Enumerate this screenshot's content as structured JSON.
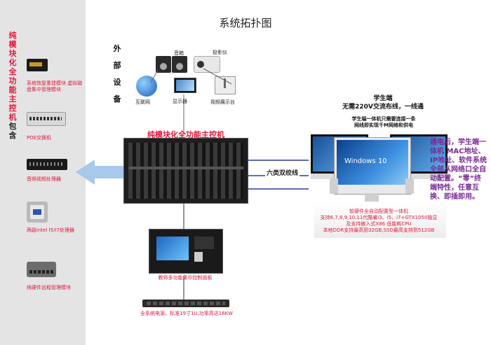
{
  "title": "系统拓扑图",
  "sidebar": {
    "vertical_label": "纯模块化全功能主控机",
    "vertical_suffix": "包含",
    "modules": [
      {
        "label": "系统恢复重建模块 虚拟磁盘集中管理模块"
      },
      {
        "label": "POE交换机"
      },
      {
        "label": "音频视频处理器"
      },
      {
        "label": "两路intel I5/I7处理器"
      },
      {
        "label": "纯硬件远程管理模块"
      }
    ]
  },
  "external": {
    "vertical_label": "外部设备",
    "devices": [
      {
        "label": "音箱"
      },
      {
        "label": "投影仪"
      },
      {
        "label": "互联网"
      },
      {
        "label": "显示器"
      },
      {
        "label": "视频展示台"
      }
    ]
  },
  "main_controller": {
    "label": "纯模块化全功能主控机"
  },
  "cable": {
    "label": "六类双绞线"
  },
  "student": {
    "title": "学生端",
    "subtitle": "无需220V交流布线，一线通",
    "desc_line1": "学生端一体机只需要连接一条",
    "desc_line2": "网线即实现千M网络和供电",
    "screen_text": "Windows 10",
    "spec_lines": [
      "软硬件全自动配置型一体机",
      "支持6,7,8,9,10,11代酷睿i3、i5、i7+GTX1050独显",
      "及支持嵌入式X86 低能耗CPU",
      "本地DDR支持最高到32GB,SSD最高支持到512GB"
    ]
  },
  "right_note": "通电后，学生端一体机 MAC地址、IP地址、软件系统全部从网络口全自动配置。“零”终端特性，任意互换、即插即用。",
  "panel": {
    "label": "教师多功能集中控制面板"
  },
  "power": {
    "label": "全系统电源，标准19寸1U,功率高达16KW"
  },
  "colors": {
    "accent_red": "#e0183a",
    "arrow_blue": "#a8c8ec",
    "note_purple": "#7a2a95",
    "line_blue": "#2a3f8f"
  }
}
